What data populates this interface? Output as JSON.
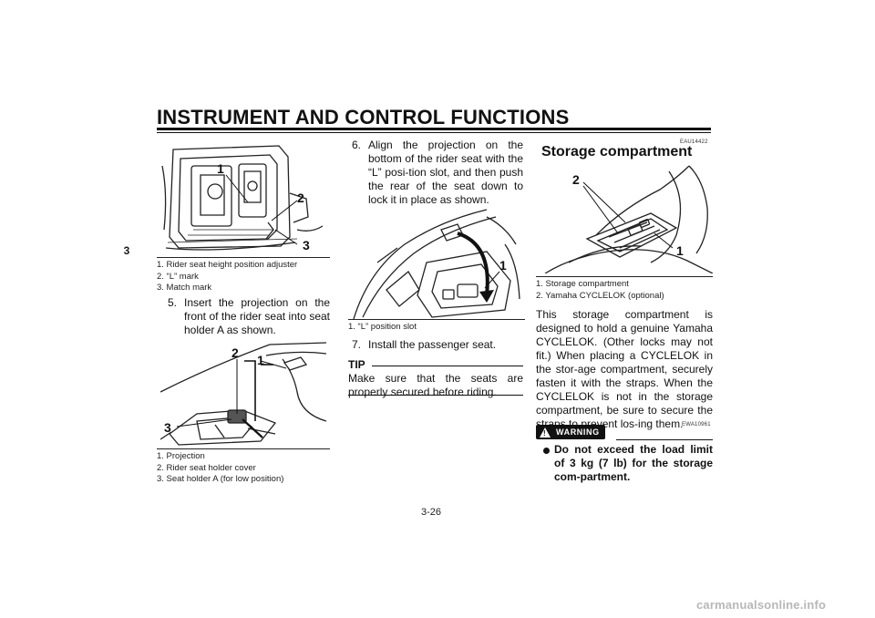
{
  "header": {
    "title": "INSTRUMENT AND CONTROL FUNCTIONS",
    "chapter": "3"
  },
  "left": {
    "fig1": {
      "callouts": [
        "1",
        "2",
        "3"
      ],
      "captions": [
        "1.  Rider seat height position adjuster",
        "2.  “L” mark",
        "3.  Match mark"
      ]
    },
    "step5": {
      "num": "5.",
      "text": "Insert the projection on the front of the rider seat into seat holder A as shown."
    },
    "fig2": {
      "callouts": [
        "2",
        "1",
        "3"
      ],
      "captions": [
        "1.  Projection",
        "2.  Rider seat holder cover",
        "3.  Seat holder A (for low position)"
      ]
    }
  },
  "middle": {
    "step6": {
      "num": "6.",
      "text": "Align the projection on the bottom of the rider seat with the “L” posi-tion slot, and then push the rear of the seat down to lock it in place as shown."
    },
    "fig3": {
      "callouts": [
        "1"
      ],
      "captions": [
        "1.  “L” position slot"
      ]
    },
    "step7": {
      "num": "7.",
      "text": "Install the passenger seat."
    },
    "tip": {
      "label": "TIP",
      "text": "Make sure that the seats are properly secured before riding."
    }
  },
  "right": {
    "code1": "EAU14422",
    "title": "Storage compartment",
    "fig4": {
      "callouts": [
        "2",
        "1"
      ],
      "captions": [
        "1.  Storage compartment",
        "2.  Yamaha CYCLELOK (optional)"
      ]
    },
    "paragraph": "This storage compartment is designed to hold a genuine Yamaha CYCLELOK. (Other locks may not fit.) When placing a CYCLELOK in the stor-age compartment, securely fasten it with the straps. When the CYCLELOK is not in the storage compartment, be sure to secure the straps to prevent los-ing them.",
    "warning": {
      "label": "WARNING",
      "code": "EWA10961",
      "icon": "warning-triangle-icon",
      "bullet": "Do not exceed the load limit of 3 kg (7 lb) for the storage com-partment."
    }
  },
  "page_number": "3-26",
  "footer": "carmanualsonline.info"
}
